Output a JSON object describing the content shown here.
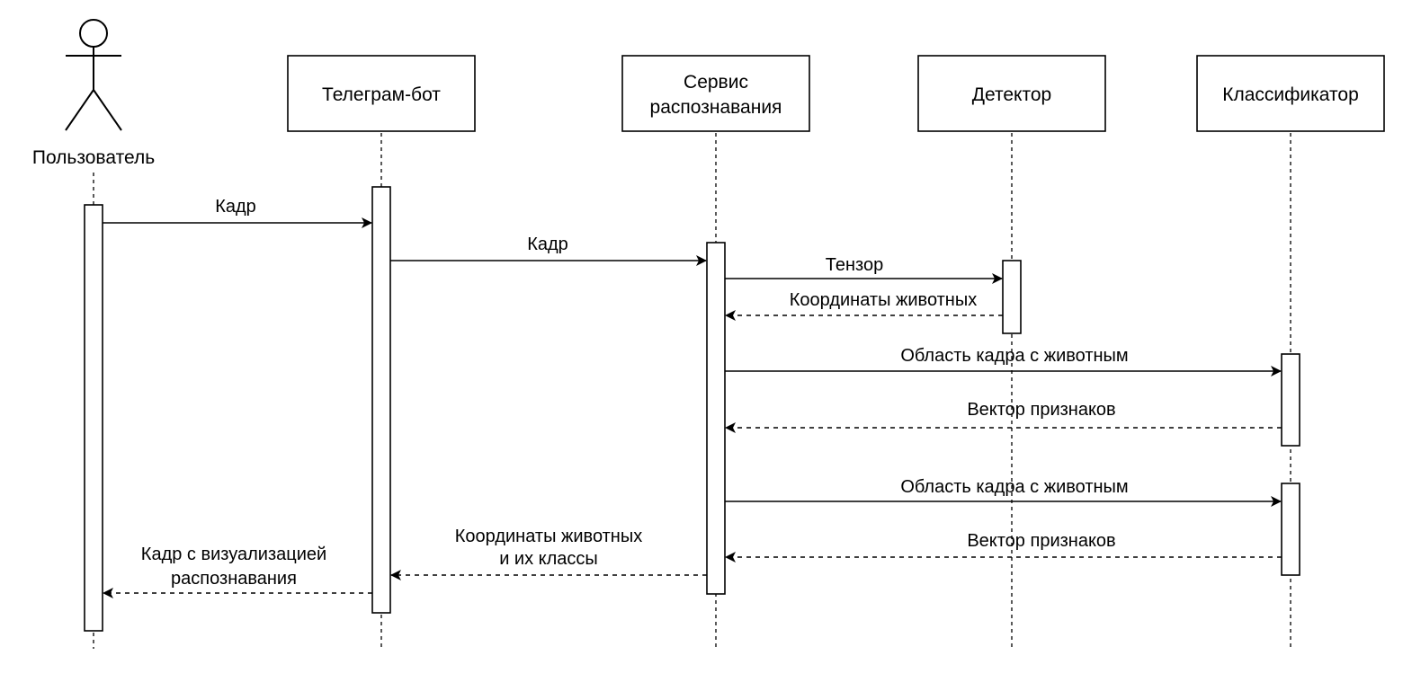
{
  "participants": {
    "user": {
      "label": "Пользователь"
    },
    "bot": {
      "label": "Телеграм-бот"
    },
    "service": {
      "label_line1": "Сервис",
      "label_line2": "распознавания"
    },
    "detector": {
      "label": "Детектор"
    },
    "classifier": {
      "label": "Классификатор"
    }
  },
  "messages": [
    {
      "from": "user",
      "to": "bot",
      "kind": "sync",
      "line1": "Кадр"
    },
    {
      "from": "bot",
      "to": "service",
      "kind": "sync",
      "line1": "Кадр"
    },
    {
      "from": "service",
      "to": "detector",
      "kind": "sync",
      "line1": "Тензор"
    },
    {
      "from": "detector",
      "to": "service",
      "kind": "return",
      "line1": "Координаты животных"
    },
    {
      "from": "service",
      "to": "classifier",
      "kind": "sync",
      "line1": "Область кадра с животным"
    },
    {
      "from": "classifier",
      "to": "service",
      "kind": "return",
      "line1": "Вектор признаков"
    },
    {
      "from": "service",
      "to": "classifier",
      "kind": "sync",
      "line1": "Область кадра с животным"
    },
    {
      "from": "classifier",
      "to": "service",
      "kind": "return",
      "line1": "Вектор признаков"
    },
    {
      "from": "service",
      "to": "bot",
      "kind": "return",
      "line1": "Координаты животных",
      "line2": "и их классы"
    },
    {
      "from": "bot",
      "to": "user",
      "kind": "return",
      "line1": "Кадр с визуализацией",
      "line2": "распознавания"
    }
  ]
}
